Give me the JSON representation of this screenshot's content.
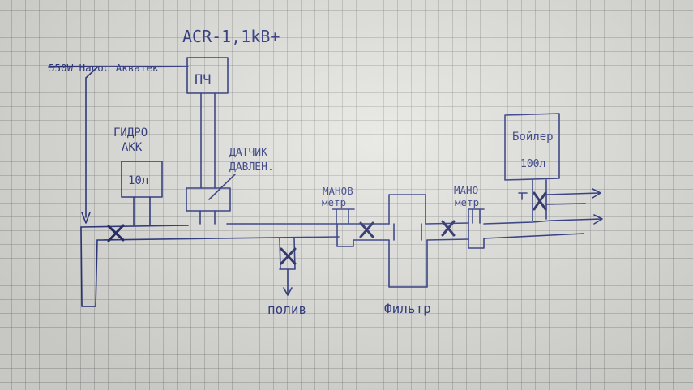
{
  "title": "ACR-1,1kB+",
  "labels": {
    "pump": "550W Насос Акватек",
    "vfd": "ПЧ",
    "tank_line1": "ГИДРО",
    "tank_line2": "АКК",
    "tank_volume": "10л",
    "sensor_line1": "ДАТЧИК",
    "sensor_line2": "ДАВЛЕН.",
    "gauge1_line1": "МАНОВ",
    "gauge1_line2": "метр",
    "gauge2_line1": "МАНО",
    "gauge2_line2": "метр",
    "boiler": "Бойлер",
    "boiler_volume": "100л",
    "watering": "полив",
    "filter": "Фильтр"
  },
  "colors": {
    "ink": "#1f2a78",
    "paper": "#e2e2de",
    "grid": "#8a8a8a"
  }
}
